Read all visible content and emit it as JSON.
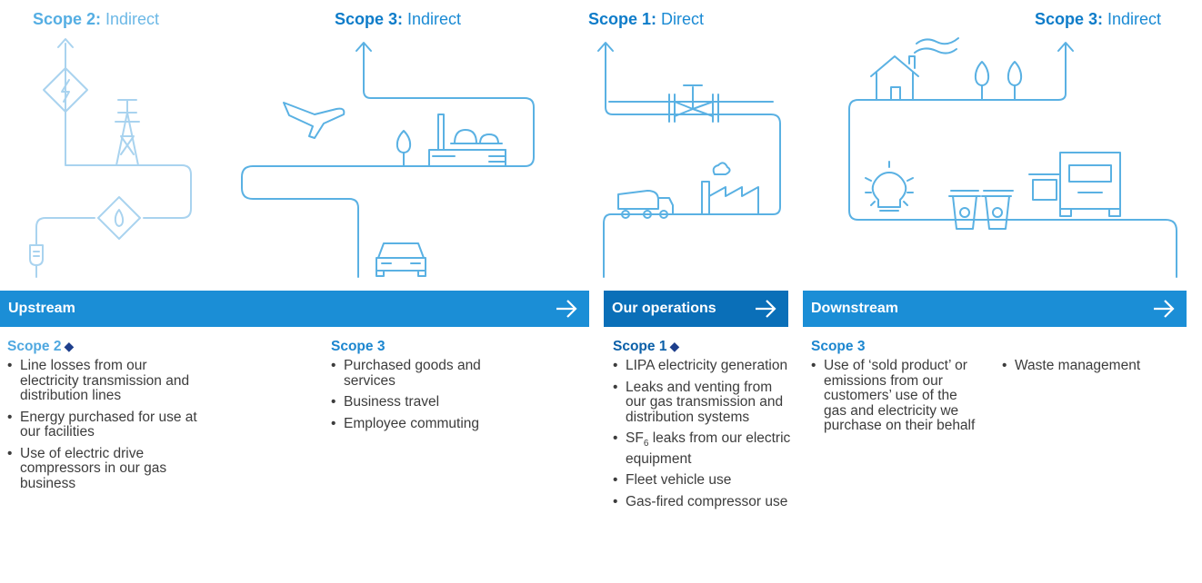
{
  "scope_headers": [
    {
      "bold": "Scope 2:",
      "rest": " Indirect"
    },
    {
      "bold": "Scope 3:",
      "rest": " Indirect"
    },
    {
      "bold": "Scope 1:",
      "rest": " Direct"
    },
    {
      "bold": "Scope 3:",
      "rest": " Indirect"
    }
  ],
  "bars": {
    "upstream": "Upstream",
    "operations": "Our operations",
    "downstream": "Downstream"
  },
  "columns": {
    "upstream_scope2": {
      "title": "Scope 2",
      "items": [
        "Line losses from our electricity transmission and distribution lines",
        "Energy purchased for use at our facilities",
        "Use of electric drive compressors in our gas business"
      ]
    },
    "upstream_scope3": {
      "title": "Scope 3",
      "items": [
        "Purchased goods and services",
        "Business travel",
        "Employee commuting"
      ]
    },
    "operations_scope1": {
      "title": "Scope 1",
      "items": [
        "LIPA electricity generation",
        "Leaks and venting from our gas transmission and distribution systems",
        "leaks from our electric equipment",
        "Fleet vehicle use",
        "Gas-fired compressor use"
      ],
      "sf6": {
        "symbol": "SF",
        "subscript": "6"
      }
    },
    "downstream_scope3": {
      "title": "Scope 3",
      "items": [
        "Use of ‘sold product’ or emissions from our customers’ use of the gas and electricity we purchase on their behalf",
        "Waste management"
      ]
    }
  },
  "icons": [
    "electricity-sign-icon",
    "transmission-tower-icon",
    "gas-flame-sign-icon",
    "plug-icon",
    "airplane-icon",
    "tree-icon",
    "factory-icon",
    "car-icon",
    "pipeline-valve-icon",
    "cement-truck-icon",
    "power-plant-icon",
    "house-icon",
    "lightbulb-icon",
    "recycle-bin-icon",
    "truck-icon"
  ],
  "colors": {
    "bar": "#1b8ed6",
    "bar_ops": "#0a6fb8",
    "line": "#5ab1e3",
    "heading_dark": "#0e7cc9",
    "heading_light": "#55aee3"
  }
}
